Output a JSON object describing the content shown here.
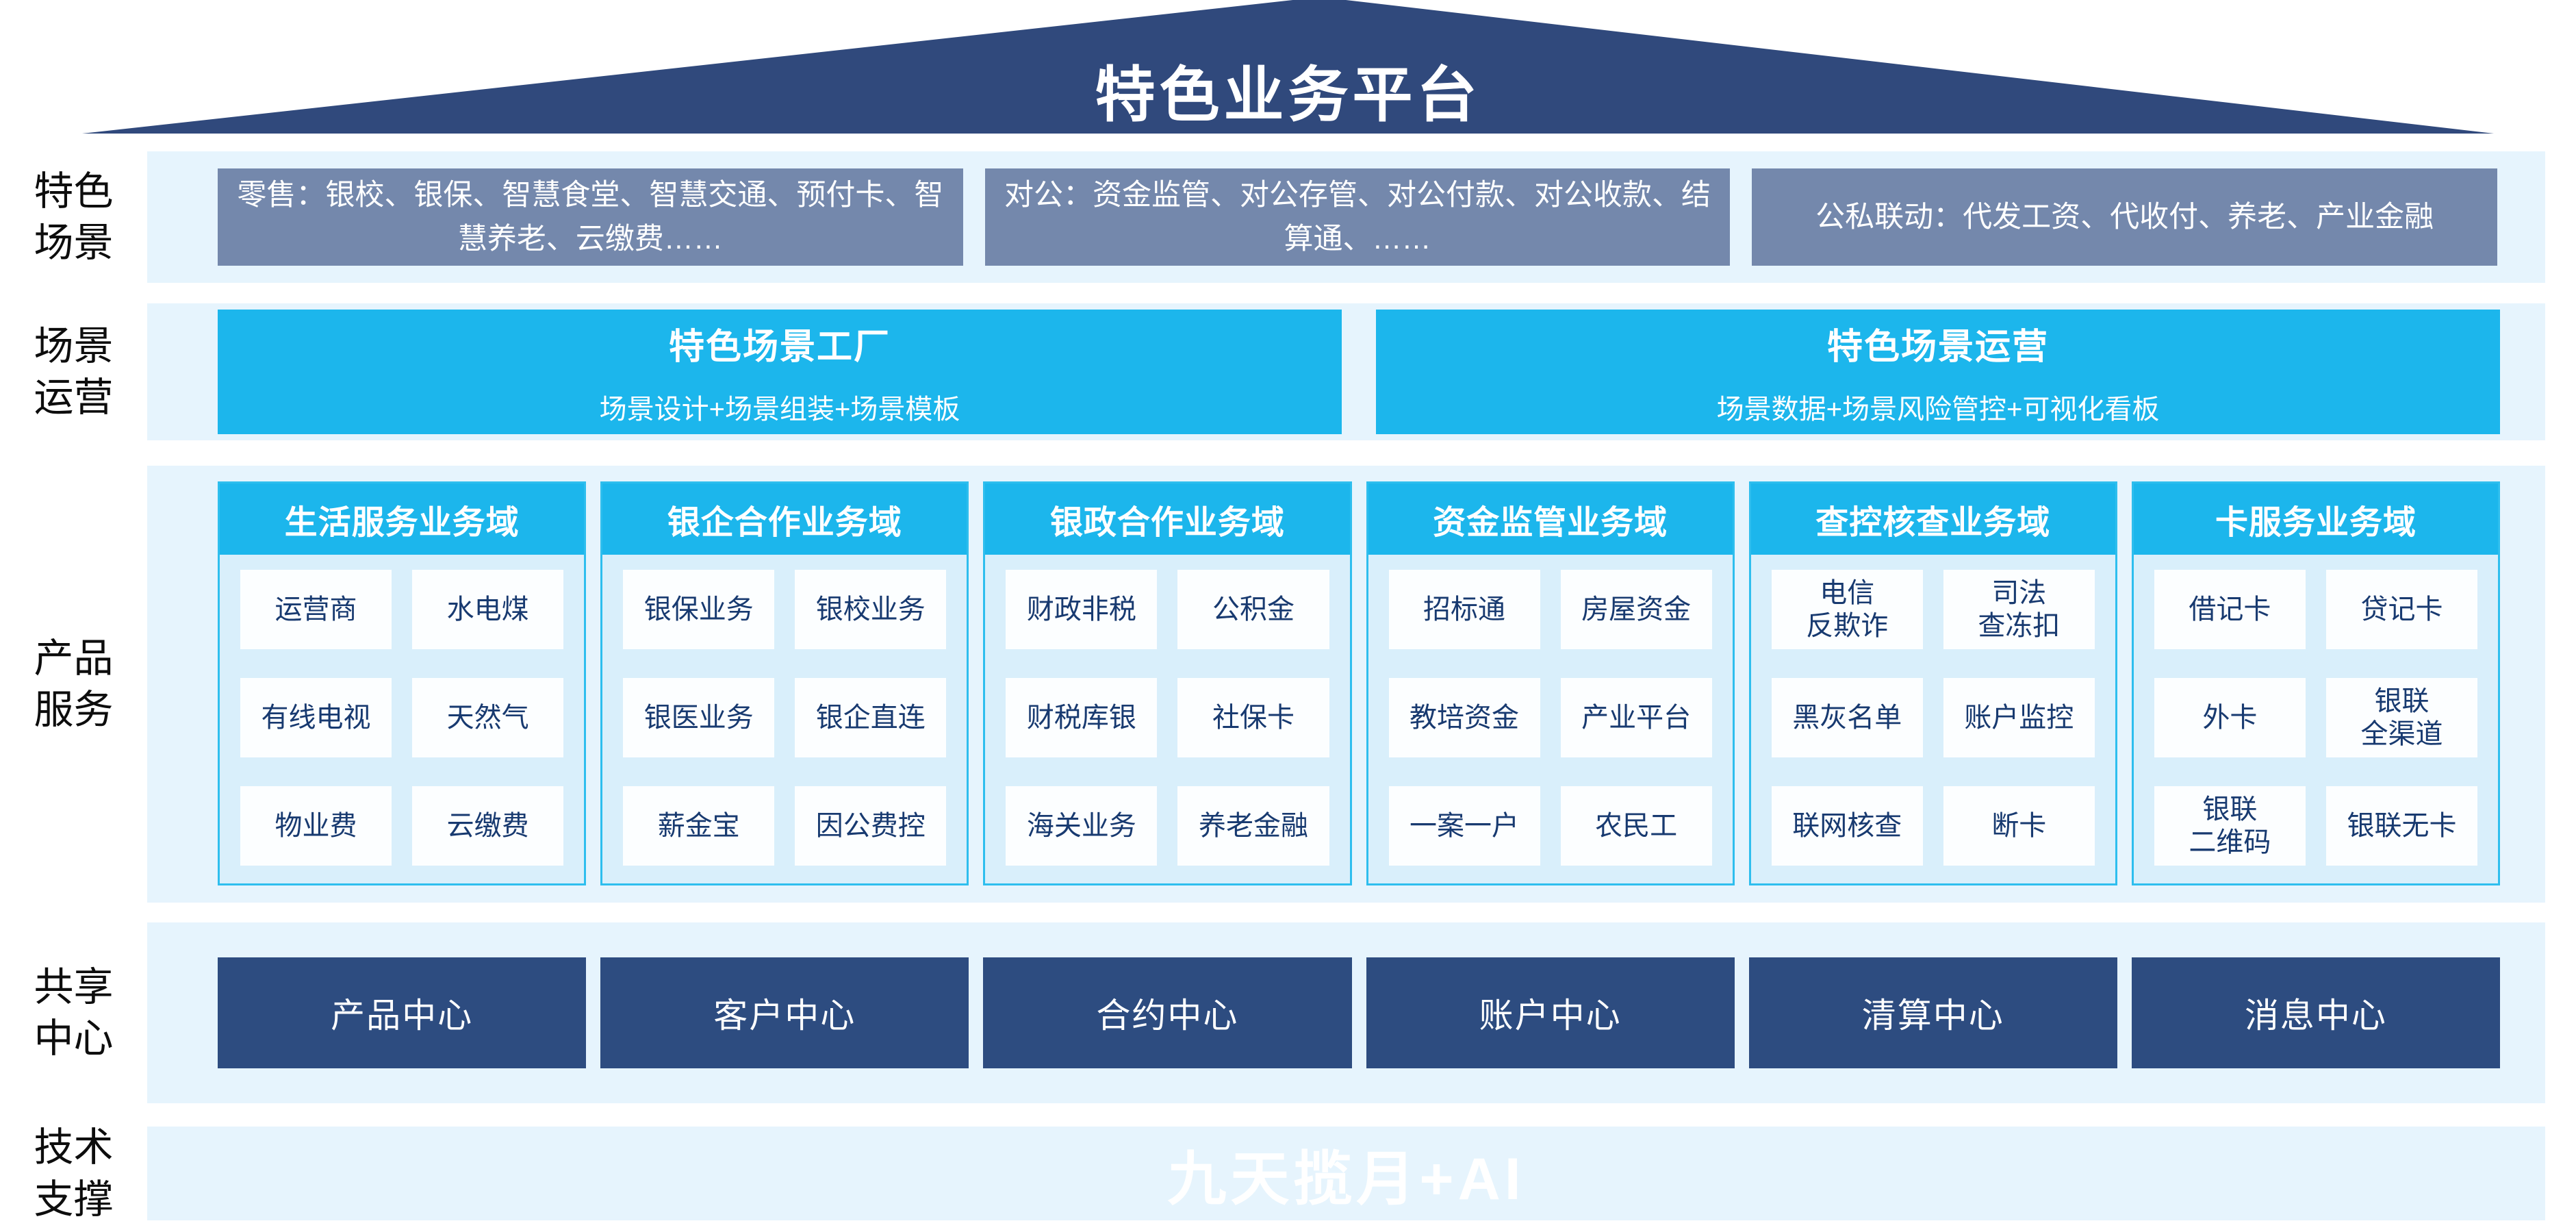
{
  "title": "特色业务平台",
  "scenes": {
    "label": "特色\n场景",
    "boxes": [
      "零售：银校、银保、智慧食堂、智慧交通、预付卡、智慧养老、云缴费……",
      "对公：资金监管、对公存管、对公付款、对公收款、结算通、……",
      "公私联动：代发工资、代收付、养老、产业金融"
    ]
  },
  "operations": {
    "label": "场景\n运营",
    "boxes": [
      {
        "title": "特色场景工厂",
        "subtitle": "场景设计+场景组装+场景模板"
      },
      {
        "title": "特色场景运营",
        "subtitle": "场景数据+场景风险管控+可视化看板"
      }
    ]
  },
  "products": {
    "label": "产品\n服务",
    "columns": [
      {
        "header": "生活服务业务域",
        "cells": [
          "运营商",
          "水电煤",
          "有线电视",
          "天然气",
          "物业费",
          "云缴费"
        ]
      },
      {
        "header": "银企合作业务域",
        "cells": [
          "银保业务",
          "银校业务",
          "银医业务",
          "银企直连",
          "薪金宝",
          "因公费控"
        ]
      },
      {
        "header": "银政合作业务域",
        "cells": [
          "财政非税",
          "公积金",
          "财税库银",
          "社保卡",
          "海关业务",
          "养老金融"
        ]
      },
      {
        "header": "资金监管业务域",
        "cells": [
          "招标通",
          "房屋资金",
          "教培资金",
          "产业平台",
          "一案一户",
          "农民工"
        ]
      },
      {
        "header": "查控核查业务域",
        "cells": [
          "电信\n反欺诈",
          "司法\n查冻扣",
          "黑灰名单",
          "账户监控",
          "联网核查",
          "断卡"
        ]
      },
      {
        "header": "卡服务业务域",
        "cells": [
          "借记卡",
          "贷记卡",
          "外卡",
          "银联\n全渠道",
          "银联\n二维码",
          "银联无卡"
        ]
      }
    ]
  },
  "centers": {
    "label": "共享\n中心",
    "boxes": [
      "产品中心",
      "客户中心",
      "合约中心",
      "账户中心",
      "清算中心",
      "消息中心"
    ]
  },
  "tech": {
    "label": "技术\n支撑",
    "bar": "九天揽月+AI"
  },
  "colors": {
    "roof_navy": "#30497c",
    "accent_cyan": "#1cb6ec",
    "scene_gray_blue": "#7488ac",
    "center_navy": "#2d4c80",
    "tech_gray_blue": "#7d90b4",
    "band_bg": "#e6f4fd",
    "column_bg": "#d9effb",
    "cell_text_navy": "#183a70"
  }
}
